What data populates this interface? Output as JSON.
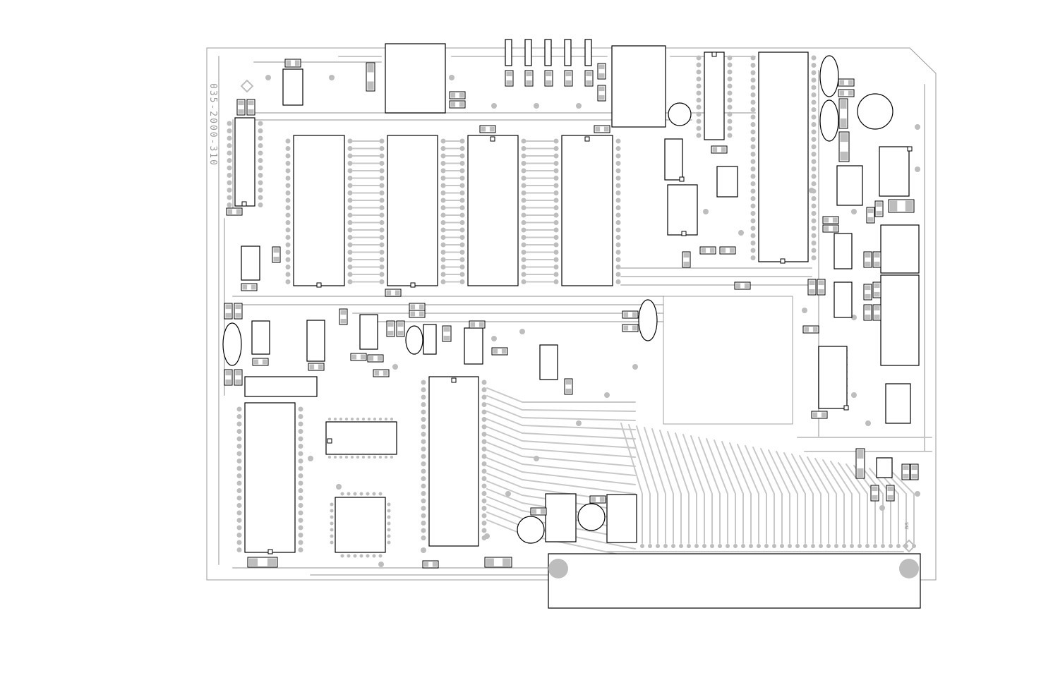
{
  "board": {
    "part_number": "035-2000-310",
    "silk_mark": "ɐɐ"
  },
  "colors": {
    "outline": "#000000",
    "trace": "#c8c8c8",
    "pad": "#bdbdbd",
    "background": "#ffffff"
  },
  "icons": {
    "mounting_hole": "circle",
    "fiducial": "diamond"
  }
}
